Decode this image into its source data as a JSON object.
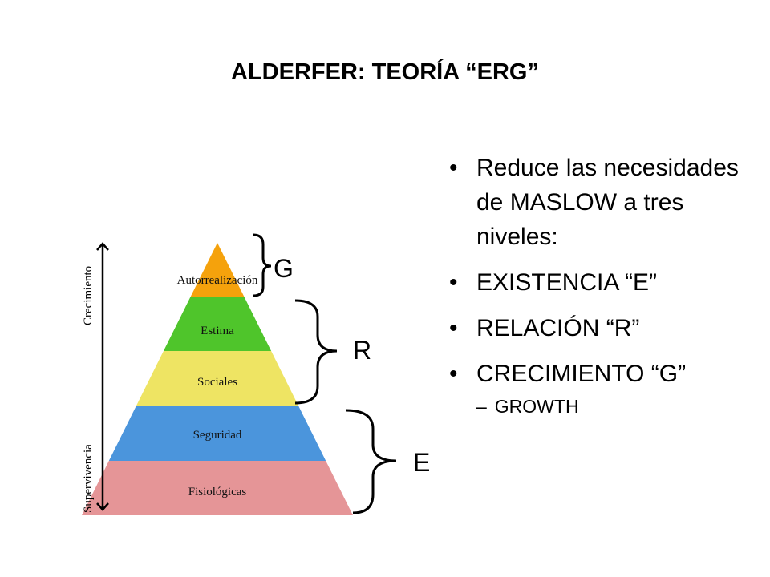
{
  "title": "ALDERFER: TEORÍA “ERG”",
  "bullets": [
    {
      "text": "Reduce las necesidades de MASLOW a tres niveles:"
    },
    {
      "text": "EXISTENCIA “E”"
    },
    {
      "text": "RELACIÓN “R”"
    },
    {
      "text": "CRECIMIENTO “G”"
    }
  ],
  "sub_bullet": "GROWTH",
  "pyramid": {
    "levels": [
      {
        "label": "Autorrealización",
        "color": "#f5a20c"
      },
      {
        "label": "Estima",
        "color": "#4fc52b"
      },
      {
        "label": "Sociales",
        "color": "#eee463"
      },
      {
        "label": "Seguridad",
        "color": "#4b95dc"
      },
      {
        "label": "Fisiológicas",
        "color": "#e59597"
      }
    ],
    "axis_top": "Crecimiento",
    "axis_bottom": "Supervivencia",
    "groups": [
      "G",
      "R",
      "E"
    ]
  }
}
